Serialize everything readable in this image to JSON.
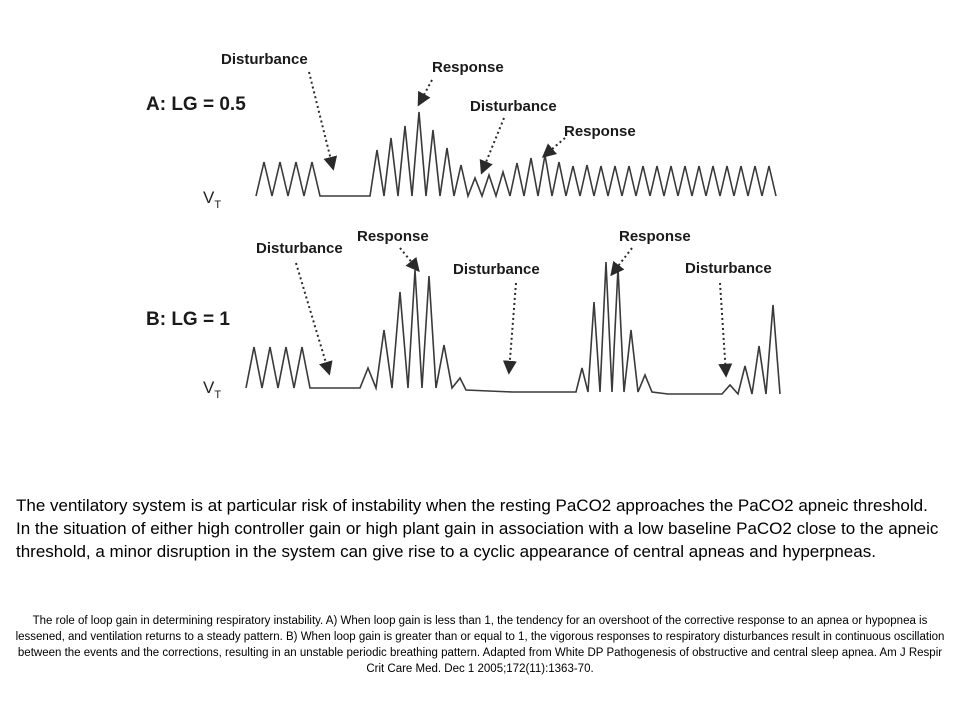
{
  "diagram": {
    "panel_a": {
      "label": "A: LG = 0.5",
      "axis_label": "V",
      "axis_subscript": "T",
      "callouts": [
        "Disturbance",
        "Response",
        "Disturbance",
        "Response"
      ]
    },
    "panel_b": {
      "label": "B: LG = 1",
      "axis_label": "V",
      "axis_subscript": "T",
      "callouts": [
        "Disturbance",
        "Response",
        "Disturbance",
        "Response",
        "Disturbance"
      ]
    },
    "colors": {
      "trace": "#3a3a3a",
      "text": "#1a1a1a"
    }
  },
  "body_text": "The ventilatory system is at particular risk of instability when the resting PaCO2 approaches the PaCO2 apneic threshold. In the situation of either high controller gain or high plant gain in association with a low baseline PaCO2 close to the apneic threshold, a minor disruption in the system can give rise to a cyclic appearance of central apneas and hyperpneas.",
  "caption": "The role of loop gain in determining respiratory instability. A) When loop gain is less than 1, the tendency for an overshoot of the corrective response to an apnea or hypopnea is lessened, and ventilation returns to a steady pattern. B) When loop gain is greater than or equal to 1, the vigorous responses to respiratory disturbances result in continuous oscillation between the events and the corrections, resulting in an unstable periodic breathing pattern. Adapted from White DP Pathogenesis of obstructive and central sleep apnea. Am J Respir Crit Care Med. Dec 1 2005;172(11):1363-70."
}
